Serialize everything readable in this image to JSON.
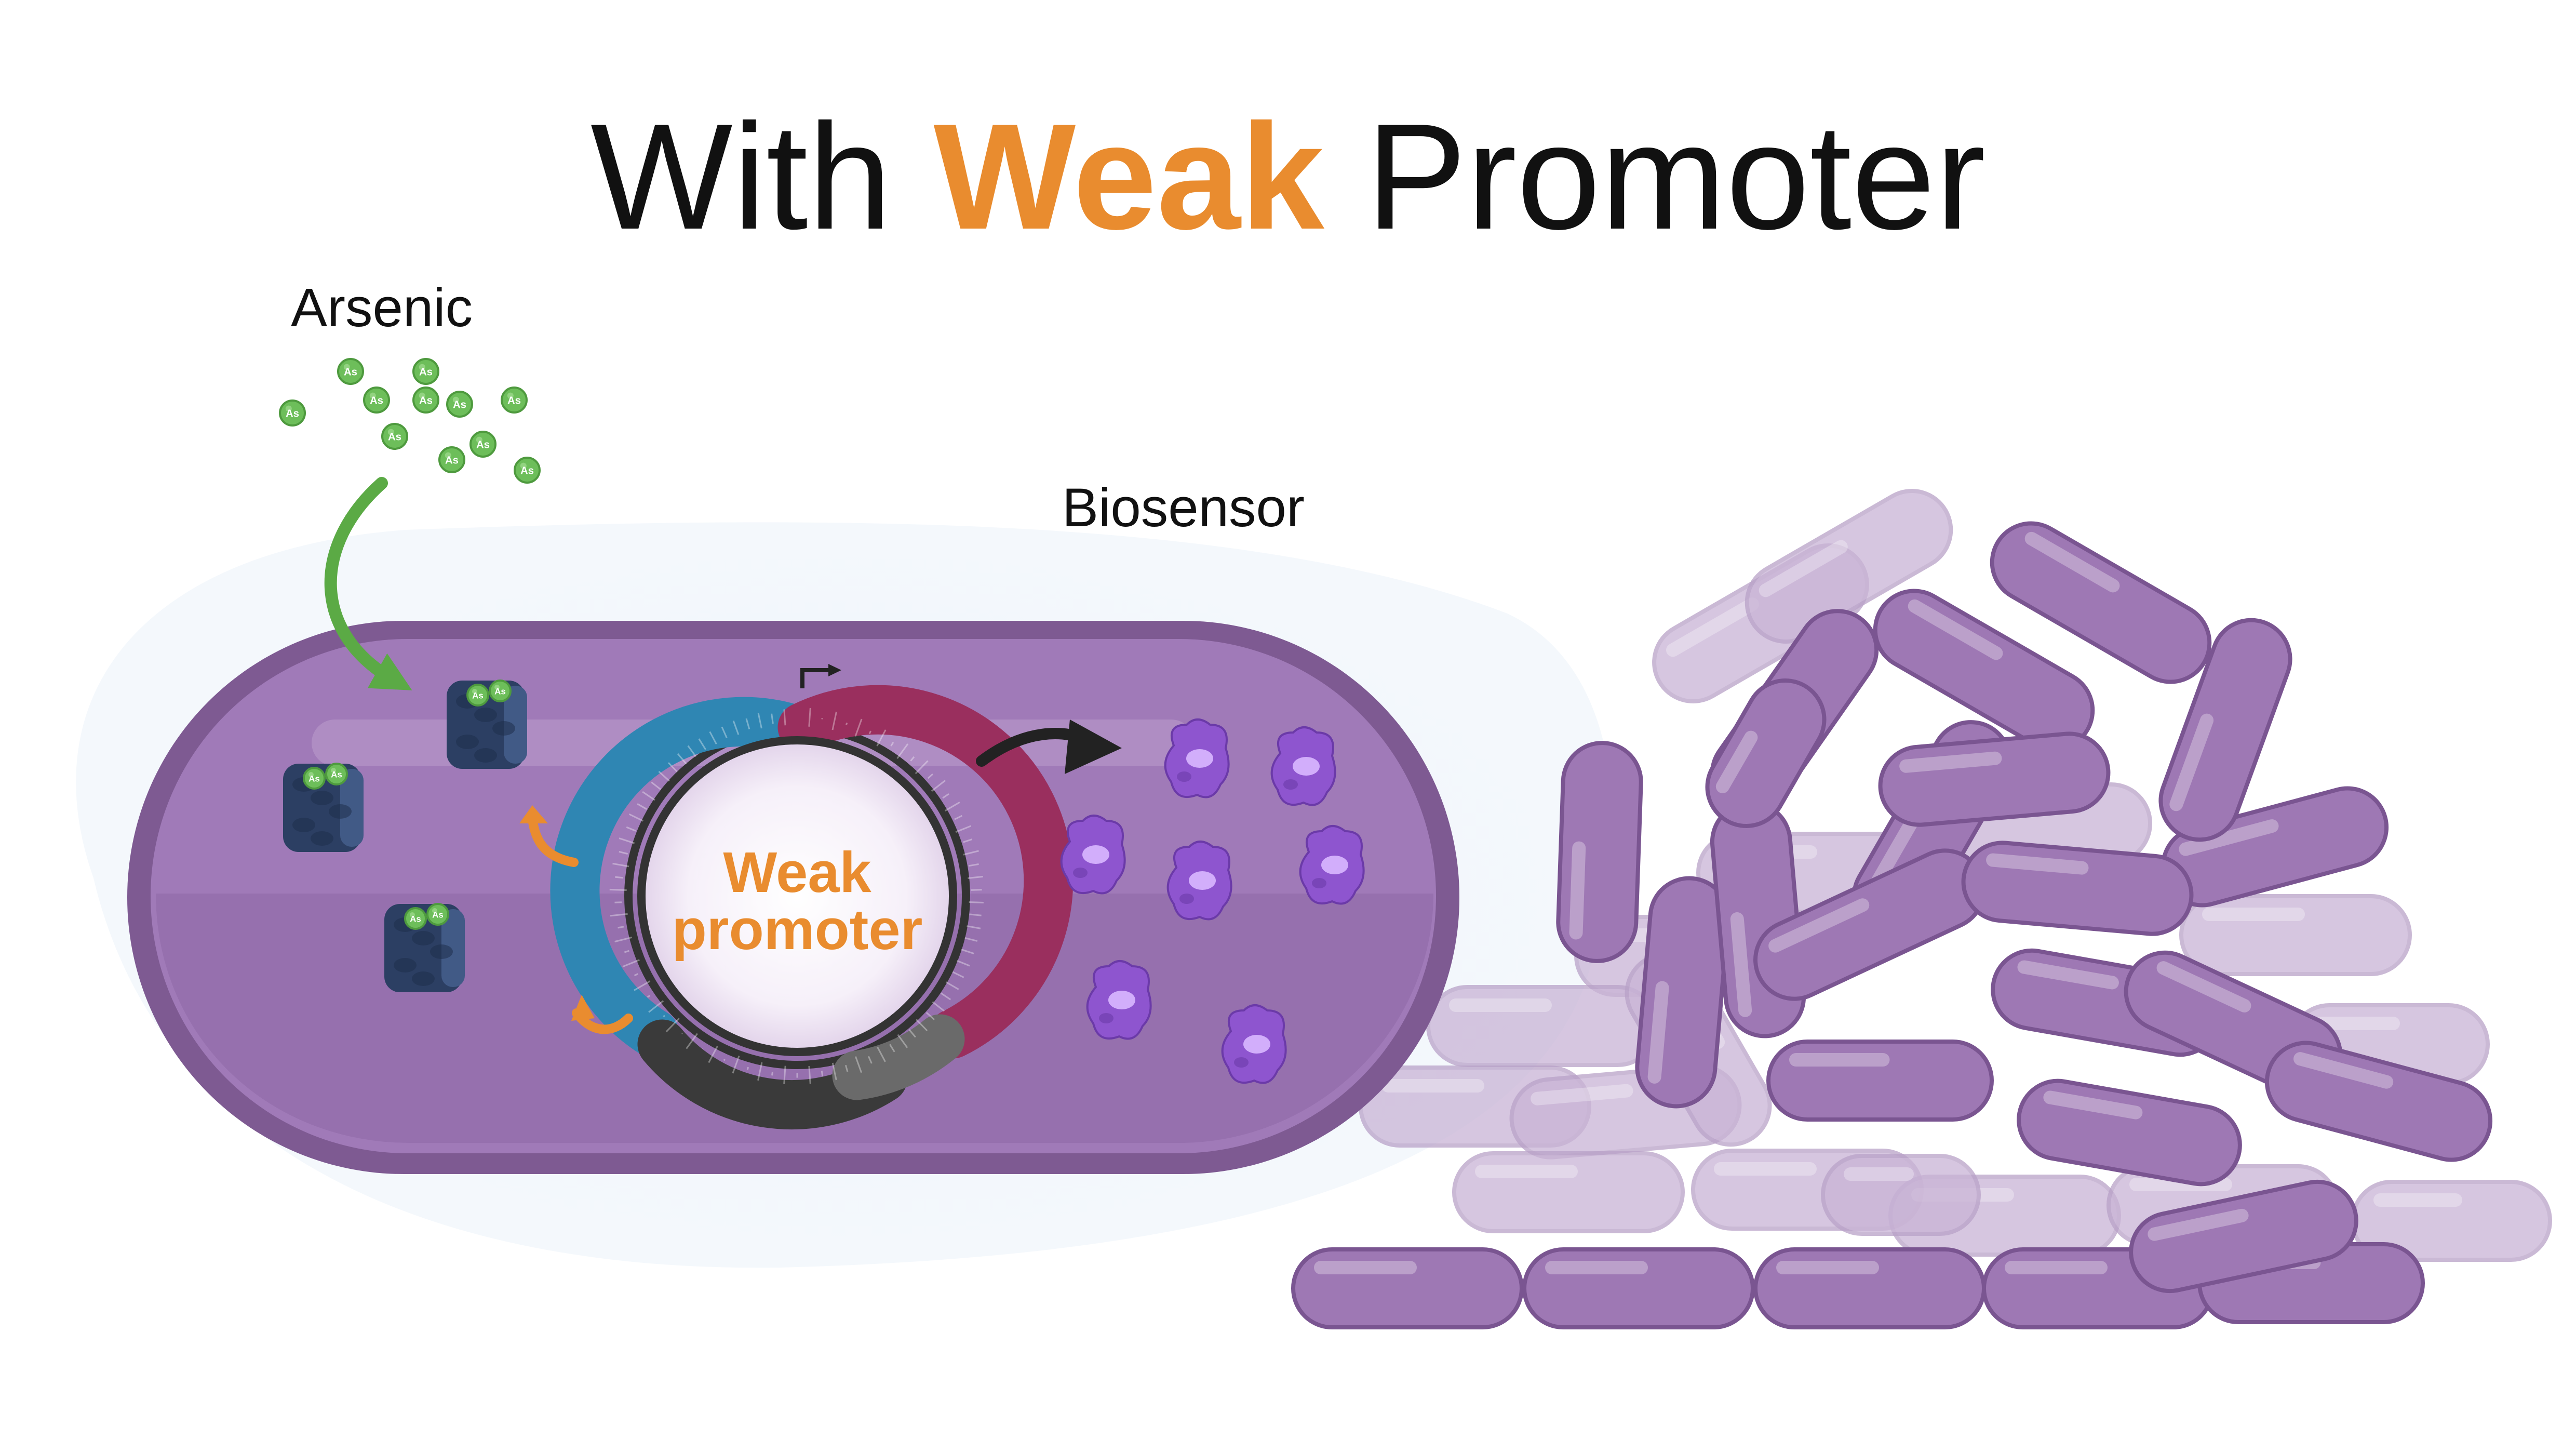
{
  "title": {
    "prefix": "With",
    "accent": "Weak",
    "suffix": "Promoter"
  },
  "labels": {
    "arsenic": "Arsenic",
    "biosensor": "Biosensor",
    "promoter_line1": "Weak",
    "promoter_line2": "promoter"
  },
  "molecule_symbol": "As",
  "colors": {
    "accent": "#E98C2F",
    "cell_body": "#A07AB8",
    "cell_outline": "#7E5A92",
    "bacteria": "#9E78B4",
    "bacteria_faded": "#C9B4D6",
    "arsenic": "#6DBE5A",
    "arrow_green": "#5BAA45",
    "plasmid_blue": "#2F86B3",
    "plasmid_red": "#9A2F5E",
    "plasmid_dark": "#333333",
    "protein_navy": "#2C3F63",
    "reporter_purple": "#8E55CF"
  },
  "icons": [
    "arsenic-molecule-icon",
    "transport-arrow-icon",
    "repressor-protein-icon",
    "plasmid-icon",
    "dna-helix-icon",
    "expression-arrow-icon",
    "reporter-protein-icon",
    "bacteria-colony-icon"
  ]
}
